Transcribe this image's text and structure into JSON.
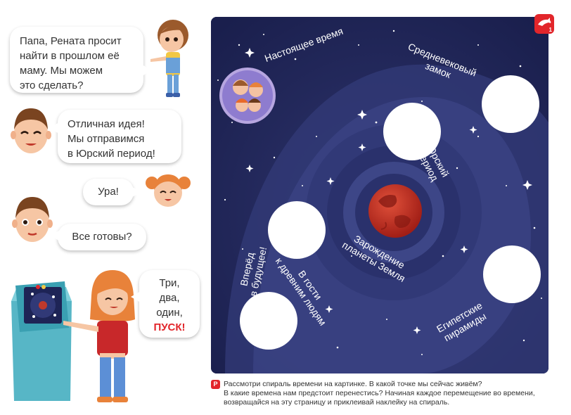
{
  "dialogue": {
    "b1_l1": "Папа, Рената просит",
    "b1_l2": "найти в прошлом её",
    "b1_l3": "маму. Мы можем",
    "b1_l4": "это сделать?",
    "b2_l1": "Отличная идея!",
    "b2_l2": "Мы отправимся",
    "b2_l3": "в Юрский период!",
    "b3": "Ура!",
    "b4": "Все готовы?",
    "b5_l1": "Три,",
    "b5_l2": "два,",
    "b5_l3": "один,",
    "b5_l4": "ПУСК!"
  },
  "spiral": {
    "present": "Настоящее время",
    "castle_l1": "Средневековый",
    "castle_l2": "замок",
    "jurassic_l1": "Юрский",
    "jurassic_l2": "период",
    "earth_l1": "Зарождение",
    "earth_l2": "планеты Земля",
    "ancient_l1": "В гости",
    "ancient_l2": "к древним людям",
    "future_l1": "Вперёд",
    "future_l2": "в будущее!",
    "egypt_l1": "Египетские",
    "egypt_l2": "пирамиды"
  },
  "badge": {
    "number": "1"
  },
  "footer": {
    "icon_letter": "Р",
    "line1": "Рассмотри спираль времени на картинке. В какой точке мы сейчас живём?",
    "line2": "В какие времена нам предстоит перенестись? Начиная каждое перемещение во времени,",
    "line3": "возвращайся на эту страницу и приклеивай наклейку на спираль."
  },
  "colors": {
    "space": "#1e2456",
    "spiral": "#3a4282",
    "accent": "#e2262b"
  }
}
